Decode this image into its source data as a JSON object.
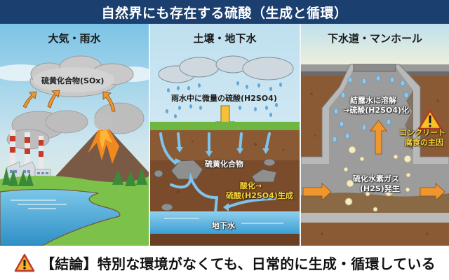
{
  "header": {
    "title": "自然界にも存在する硫酸（生成と循環）"
  },
  "panels": [
    {
      "title": "大気・雨水",
      "labels": {
        "sox": "硫黄化合物(SOx)"
      },
      "scene": [
        "clouds",
        "factory-smokestacks",
        "volcano",
        "lake",
        "trees",
        "orange-up-arrows"
      ]
    },
    {
      "title": "土壌・地下水",
      "labels": {
        "rain": "雨水中に微量の硫酸(H2SO4)",
        "sulfur": "硫黄化合物",
        "oxidation_line1": "酸化→",
        "oxidation_line2": "硫酸(H2SO4)生成",
        "groundwater": "地下水"
      },
      "scene": [
        "rain-clouds",
        "rain-drops",
        "grass",
        "soil",
        "rocks",
        "water-flow-arrows",
        "groundwater-layer"
      ]
    },
    {
      "title": "下水道・マンホール",
      "labels": {
        "condensation_line1": "結露水に溶解",
        "condensation_line2": "→硫酸(H2SO4)化",
        "warning_line1": "コンクリート",
        "warning_line2": "腐食の主因",
        "gas_line1": "硫化水素ガス",
        "gas_line2": "(H2S)発生"
      },
      "scene": [
        "manhole-shaft",
        "water-droplets",
        "gas-bubbles",
        "sewage-flow",
        "warning-sign",
        "cracked-concrete"
      ]
    }
  ],
  "footer": {
    "text": "【結論】特別な環境がなくても、日常的に生成・循環している",
    "icon": "warning-icon"
  },
  "colors": {
    "header_bg": "#1b3f6e",
    "accent_orange": "#f0962e",
    "label_yellow": "#f6d23a",
    "soil": "#7a5233",
    "water": "#4aa3d6"
  }
}
